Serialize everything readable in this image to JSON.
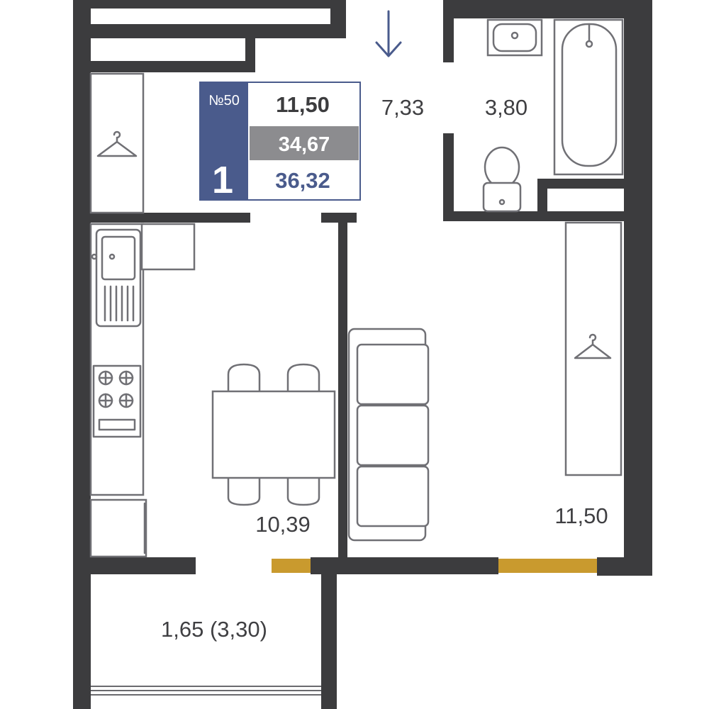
{
  "apartment": {
    "number_label": "№50",
    "rooms": "1",
    "living_area": "11,50",
    "total_area": "34,67",
    "total_with_balcony": "36,32"
  },
  "rooms": {
    "hallway": "7,33",
    "bathroom": "3,80",
    "kitchen": "10,39",
    "living_room": "11,50",
    "balcony": "1,65 (3,30)"
  },
  "icons": {
    "entrance": "entrance-arrow-icon",
    "wardrobe": "hanger-icon",
    "window": "window-icon"
  },
  "colors": {
    "wall": "#3c3c3e",
    "accent_blue": "#4a5b8c",
    "gray_box": "#8c8c8f",
    "window_gold": "#c99a2e",
    "fixture_line": "#707075",
    "text": "#3f3f42"
  }
}
